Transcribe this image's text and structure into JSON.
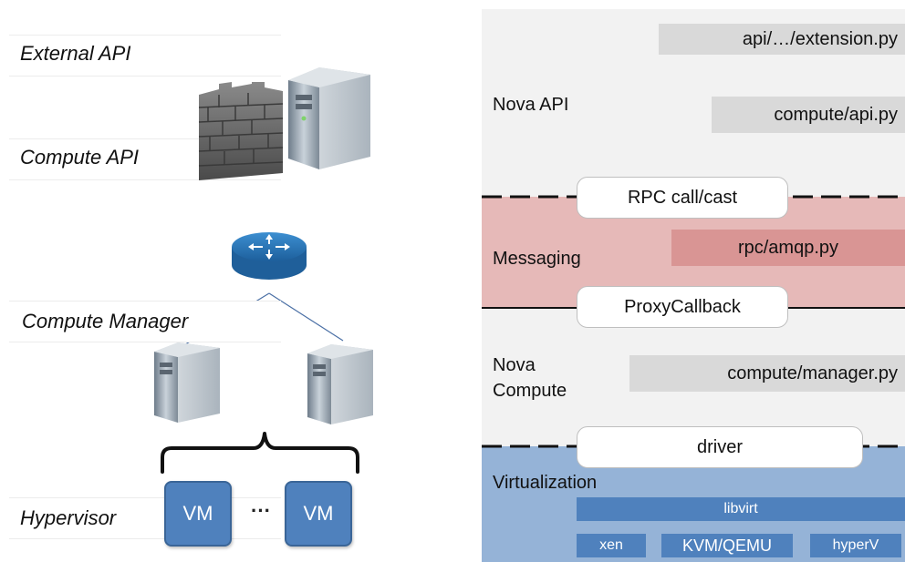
{
  "left": {
    "labels": {
      "external_api": "External API",
      "compute_api": "Compute API",
      "compute_manager": "Compute Manager",
      "hypervisor": "Hypervisor"
    },
    "vm_label": "VM",
    "ellipsis": "···"
  },
  "right": {
    "nova_api": {
      "label": "Nova API",
      "files": [
        "api/…/extension.py",
        "compute/api.py"
      ]
    },
    "rpc_call": "RPC call/cast",
    "messaging": {
      "label": "Messaging",
      "file": "rpc/amqp.py"
    },
    "proxy_callback": "ProxyCallback",
    "nova_compute": {
      "label_line1": "Nova",
      "label_line2": "Compute",
      "file": "compute/manager.py"
    },
    "driver": "driver",
    "virtualization": {
      "label": "Virtualization",
      "libvirt": "libvirt",
      "hypervisors": [
        "xen",
        "KVM/QEMU",
        "hyperV"
      ]
    }
  },
  "colors": {
    "nova_band": "#f2f2f2",
    "messaging_band": "#e6b9b8",
    "messaging_file": "#d99594",
    "virtualization_band": "#95b3d7",
    "virtualization_box": "#4f81bd",
    "file_box": "#d9d9d9"
  },
  "icons": [
    "firewall-icon",
    "server-tower-icon",
    "router-icon"
  ]
}
